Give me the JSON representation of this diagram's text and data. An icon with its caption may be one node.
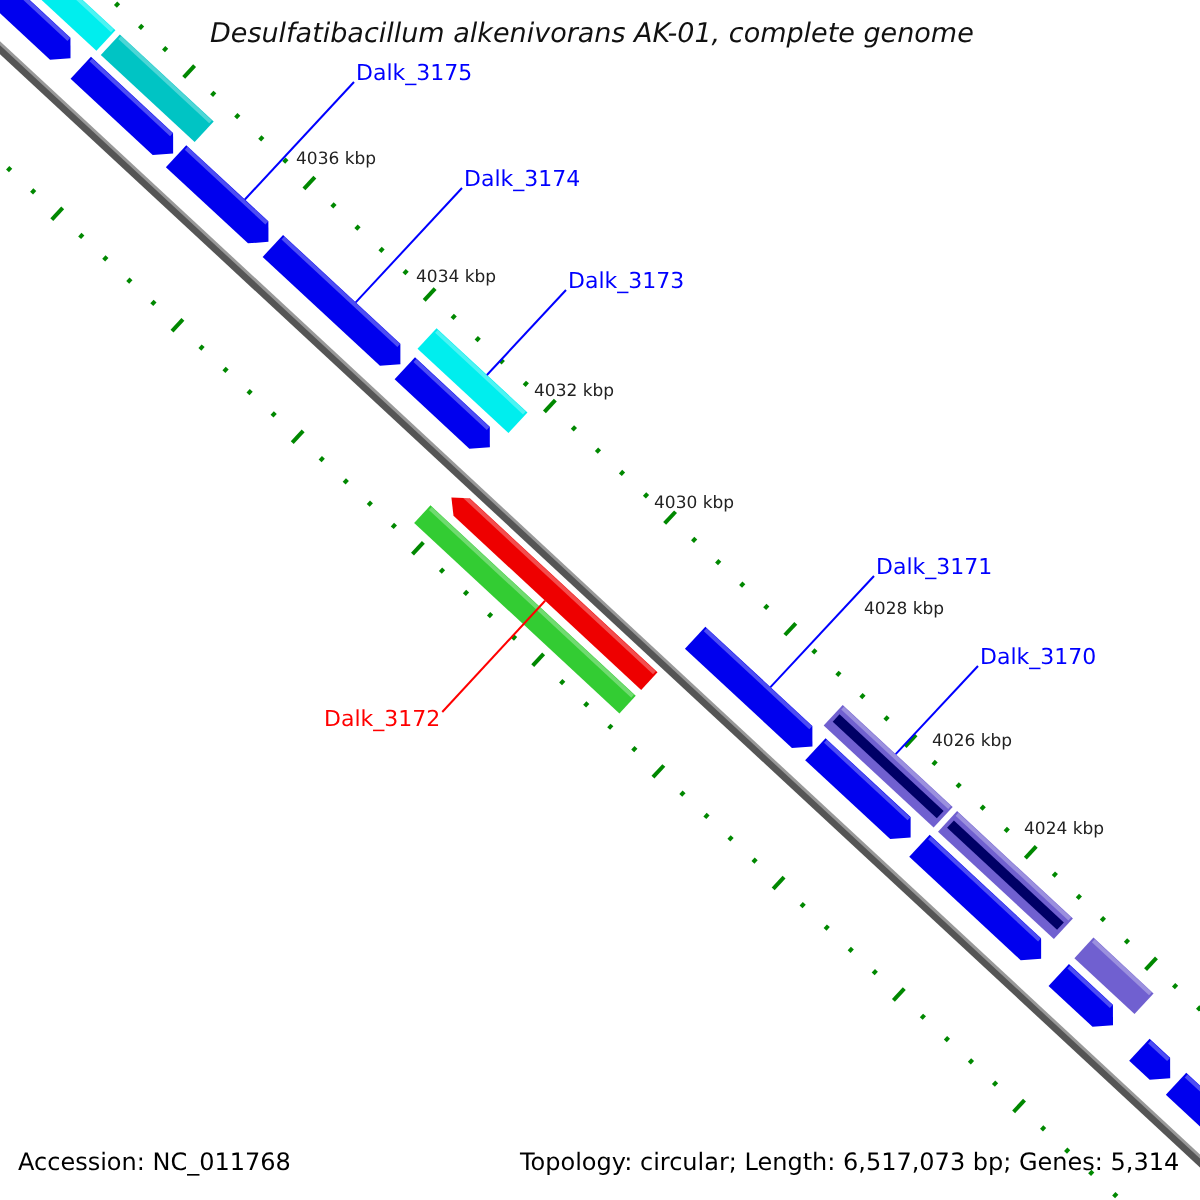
{
  "diagram": {
    "title": "Desulfatibacillum alkenivorans AK-01, complete genome",
    "nodes": [
      {
        "text": [
          "Dalk_3175"
        ]
      },
      {
        "text": [
          "Dalk_3174"
        ]
      },
      {
        "text": [
          "Dalk_3173"
        ]
      },
      {
        "text": [
          "Dalk_3171"
        ]
      },
      {
        "text": [
          "Dalk_3170"
        ]
      },
      {
        "text": [
          "Dalk_3172"
        ]
      },
      {
        "text": [],
        "shape": "arrow"
      },
      {
        "text": [],
        "shape": "bar"
      },
      {
        "text": [],
        "shape": "arrow"
      },
      {
        "text": [],
        "shape": "bar"
      },
      {
        "text": [],
        "shape": "arrow"
      },
      {
        "text": [],
        "shape": "arrow"
      },
      {
        "text": [],
        "shape": "bar"
      },
      {
        "text": [],
        "shape": "arrow"
      },
      {
        "text": [],
        "shape": "bar"
      },
      {
        "text": [],
        "shape": "arrow"
      },
      {
        "text": [],
        "shape": "arrow"
      },
      {
        "text": [],
        "shape": "bar"
      },
      {
        "text": [],
        "shape": "arrow"
      },
      {
        "text": [],
        "shape": "arrow"
      },
      {
        "text": [],
        "shape": "bar"
      },
      {
        "text": [],
        "shape": "arrow"
      },
      {
        "text": [],
        "shape": "bar"
      },
      {
        "text": [],
        "shape": "arrow"
      },
      {
        "text": [],
        "shape": "arrow"
      }
    ],
    "edges": [
      {
        "from": 0,
        "to": 10,
        "arrow": "none"
      },
      {
        "from": 1,
        "to": 11,
        "arrow": "none"
      },
      {
        "from": 2,
        "to": 12,
        "arrow": "none"
      },
      {
        "from": 3,
        "to": 16,
        "arrow": "none"
      },
      {
        "from": 4,
        "to": 17,
        "arrow": "none"
      },
      {
        "from": 5,
        "to": 15,
        "arrow": "none",
        "color": "#ff0000"
      }
    ],
    "labels": [
      "4036 kbp",
      "4034 kbp",
      "4032 kbp",
      "4030 kbp",
      "4028 kbp",
      "4026 kbp",
      "4024 kbp",
      "Accession: NC_011768",
      "Topology: circular; Length: 6,517,073 bp; Genes: 5,314"
    ]
  }
}
